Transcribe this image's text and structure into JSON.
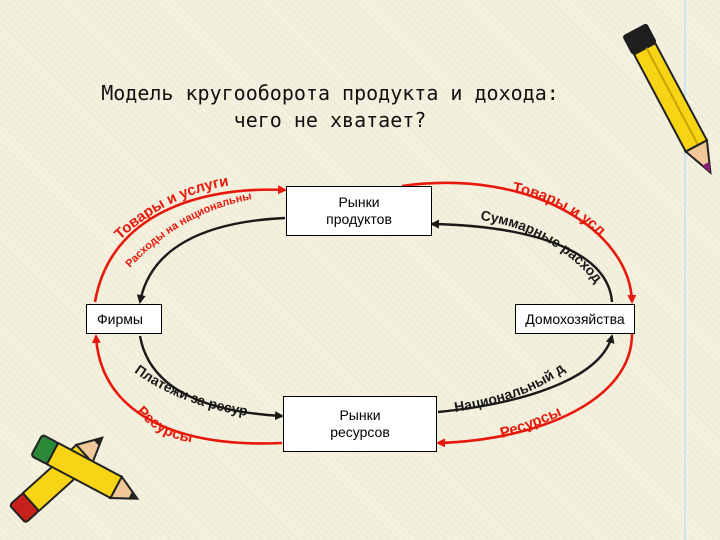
{
  "title": {
    "line1": "Модель кругооборота продукта и дохода:",
    "line2": "чего не хватает?"
  },
  "nodes": {
    "product_markets": "Рынки продуктов",
    "resource_markets": "Рынки ресурсов",
    "firms": "Фирмы",
    "households": "Домохозяйства"
  },
  "labels": {
    "goods_services_left": "Товары и услуги",
    "expenses_national_product": "Расходы на национальный продукт",
    "goods_services_right": "Товары и услуги",
    "total_expenses": "Суммарные расходы",
    "payments_resources": "Платежи за ресурсы",
    "resources_left": "Ресурсы",
    "national_income": "Национальный доход",
    "resources_right": "Ресурсы"
  },
  "colors": {
    "red_flow": "#e8180c",
    "dark_flow": "#1a1a1a",
    "background": "#f4f1de"
  }
}
